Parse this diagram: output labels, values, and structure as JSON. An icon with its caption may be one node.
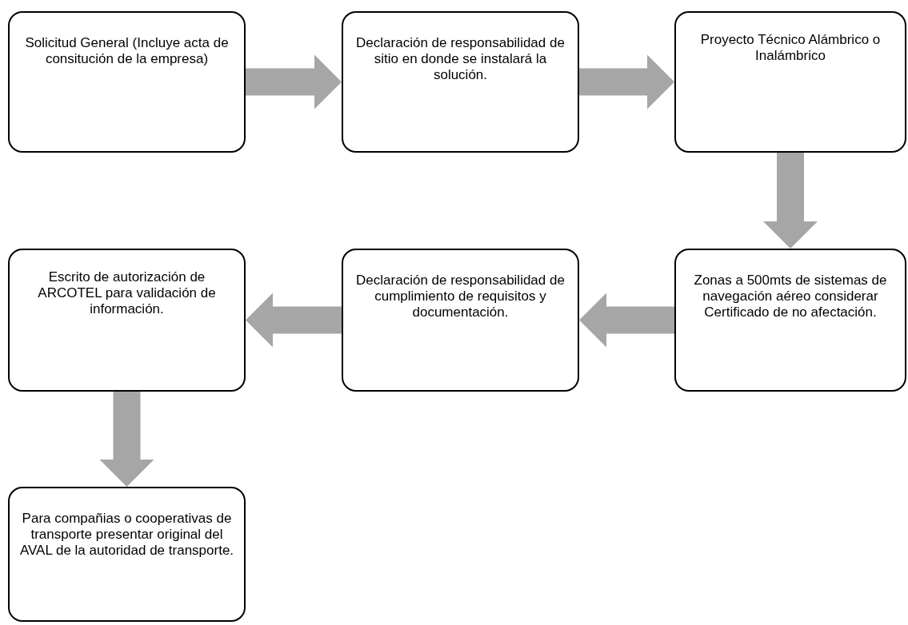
{
  "diagram": {
    "nodes": [
      {
        "text": [
          "Solicitud General (Incluye acta de consitución de la empresa)"
        ]
      },
      {
        "text": [
          "Declaración de responsabilidad de sitio en donde se instalará la solución."
        ]
      },
      {
        "text": [
          "Proyecto Técnico Alámbrico o Inalámbrico"
        ]
      },
      {
        "text": [
          "Zonas a 500mts de sistemas de navegación aéreo considerar Certificado de no afectación."
        ]
      },
      {
        "text": [
          "Declaración de responsabilidad de cumplimiento de requisitos y documentación."
        ]
      },
      {
        "text": [
          "Escrito de autorización de ARCOTEL para validación de información."
        ]
      },
      {
        "text": [
          "Para compañias o cooperativas de transporte presentar original del AVAL de la autoridad de transporte."
        ]
      }
    ],
    "edges": [
      {
        "from": 0,
        "to": 1,
        "arrow": "to"
      },
      {
        "from": 1,
        "to": 2,
        "arrow": "to"
      },
      {
        "from": 2,
        "to": 3,
        "arrow": "to"
      },
      {
        "from": 3,
        "to": 4,
        "arrow": "to"
      },
      {
        "from": 4,
        "to": 5,
        "arrow": "to"
      },
      {
        "from": 5,
        "to": 6,
        "arrow": "to"
      }
    ]
  }
}
